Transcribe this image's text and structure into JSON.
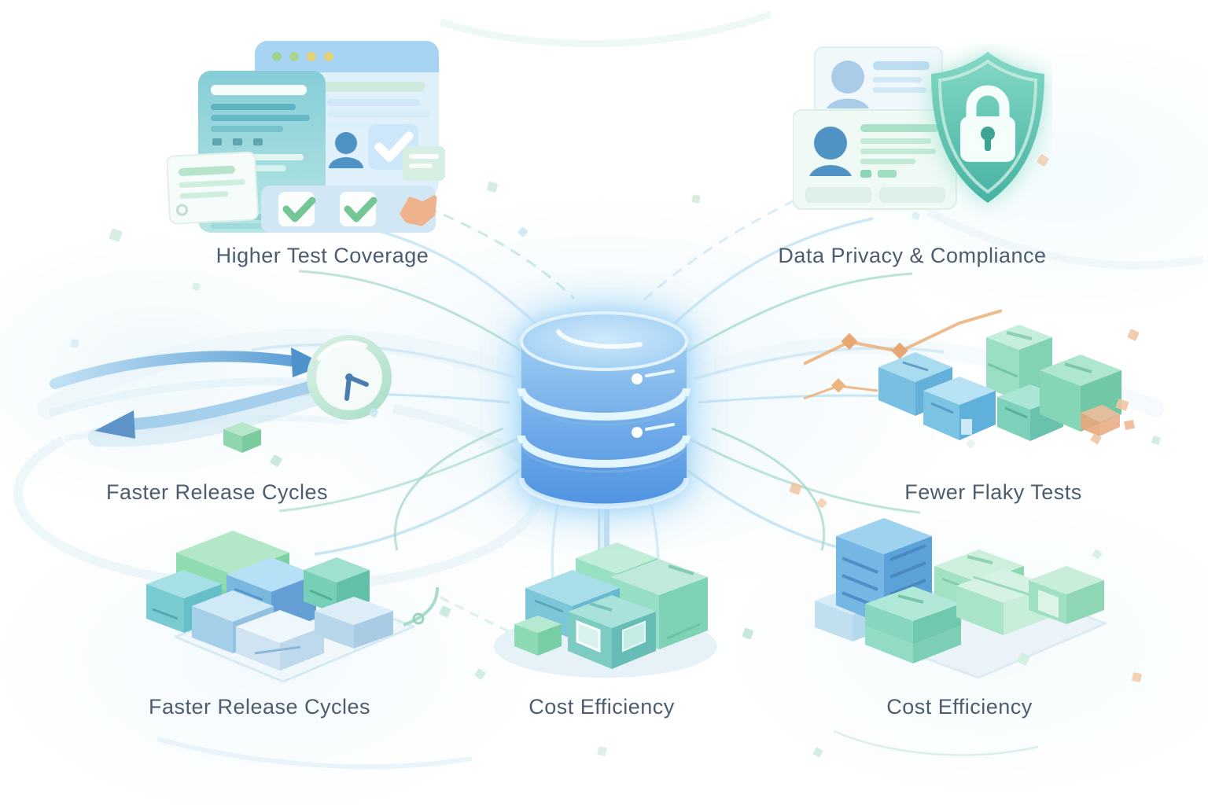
{
  "hub": {
    "icon": "database-icon",
    "description_colors": {
      "body_blue": "#5f9de2",
      "top_blue": "#aed7f5",
      "glow": "#eafaff"
    }
  },
  "nodes": [
    {
      "id": "higher-test-coverage",
      "label": "Higher Test Coverage",
      "icon": "browser-checklist-icon",
      "position": "top-left"
    },
    {
      "id": "data-privacy-compliance",
      "label": "Data Privacy & Compliance",
      "icon": "shield-lock-icon",
      "position": "top-right"
    },
    {
      "id": "faster-release-cycles",
      "label": "Faster Release Cycles",
      "icon": "clock-arrows-icon",
      "position": "middle-left"
    },
    {
      "id": "fewer-flaky-tests",
      "label": "Fewer Flaky Tests",
      "icon": "isometric-cubes-icon",
      "position": "middle-right"
    },
    {
      "id": "faster-release-cycles-2",
      "label": "Faster Release Cycles",
      "icon": "cube-cluster-icon",
      "position": "bottom-left"
    },
    {
      "id": "cost-efficiency",
      "label": "Cost Efficiency",
      "icon": "cube-stack-icon",
      "position": "bottom-center"
    },
    {
      "id": "cost-efficiency-2",
      "label": "Cost Efficiency",
      "icon": "server-blocks-icon",
      "position": "bottom-right"
    }
  ],
  "colors": {
    "label_text": "#4d5c6e",
    "database_blue": "#5f9de2",
    "light_blue": "#a7d4f2",
    "teal_accent": "#47b2a2",
    "mint_accent": "#9adfc4",
    "orange_accent": "#e8a45e"
  }
}
